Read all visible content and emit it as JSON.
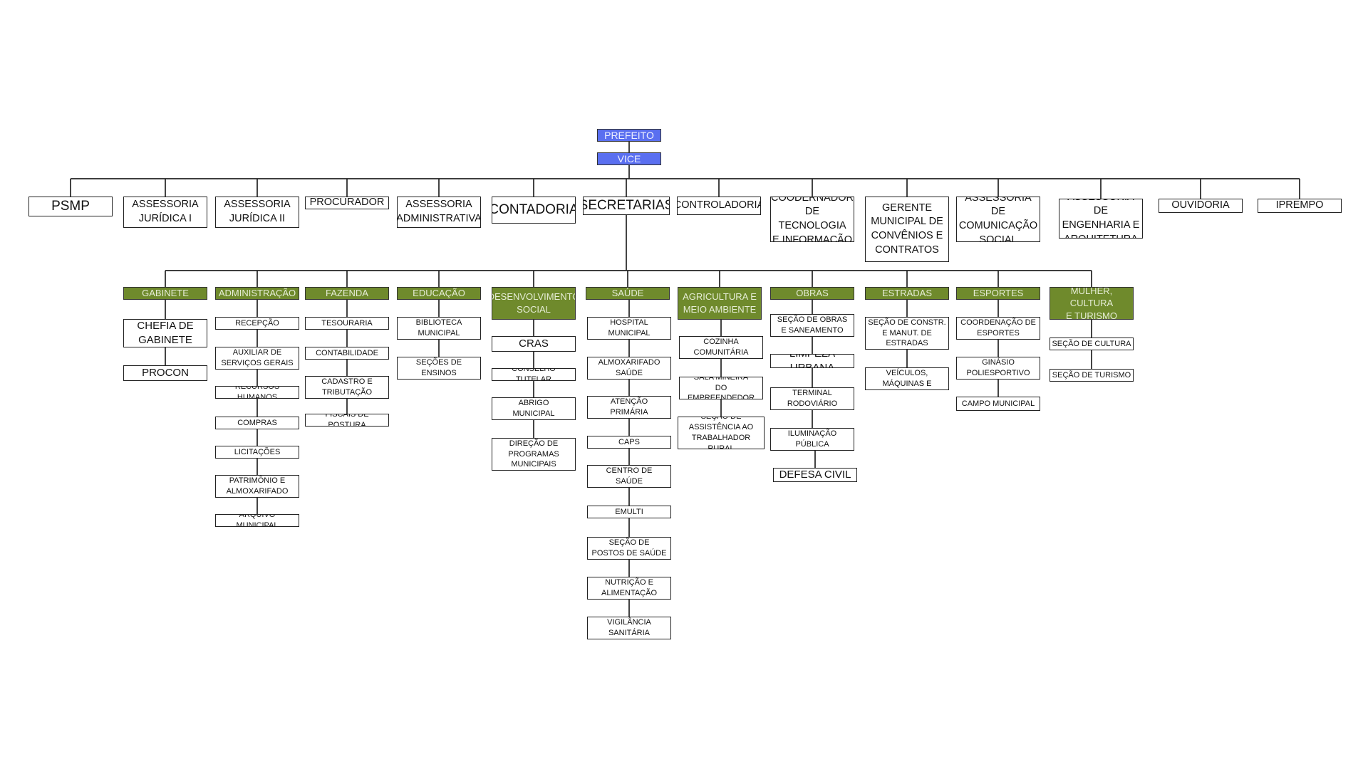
{
  "top": {
    "prefeito": "PREFEITO",
    "vice": "VICE"
  },
  "level1": [
    "PSMP",
    "ASSESSORIA\nJURÍDICA I",
    "ASSESSORIA\nJURÍDICA II",
    "PROCURADOR",
    "ASSESSORIA\nADMINISTRATIVA",
    "CONTADORIA",
    "SECRETARIAS",
    "CONTROLADORIA",
    "COODERNADOR\nDE TECNOLOGIA\nE INFORMAÇÃO",
    "GERENTE\nMUNICIPAL DE\nCONVÊNIOS E\nCONTRATOS",
    "ASSESSORIA DE\nCOMUNICAÇÃO\nSOCIAL",
    "ASSESSORIA DE\nENGENHARIA E\nARQUITETURA",
    "OUVIDORIA",
    "IPREMPO"
  ],
  "secretarias": [
    {
      "name": "GABINETE",
      "children": [
        "CHEFIA DE\nGABINETE",
        "PROCON"
      ]
    },
    {
      "name": "ADMINISTRAÇÃO",
      "children": [
        "RECEPÇÃO",
        "AUXILIAR DE\nSERVIÇOS GERAIS",
        "RECURSOS HUMANOS",
        "COMPRAS",
        "LICITAÇÕES",
        "PATRIMÔNIO E\nALMOXARIFADO",
        "ARQUIVO MUNICIPAL"
      ]
    },
    {
      "name": "FAZENDA",
      "children": [
        "TESOURARIA",
        "CONTABILIDADE",
        "CADASTRO E\nTRIBUTAÇÃO",
        "FISCAIS DE POSTURA"
      ]
    },
    {
      "name": "EDUCAÇÃO",
      "children": [
        "BIBLIOTECA\nMUNICIPAL",
        "SEÇÕES DE\nENSINOS"
      ]
    },
    {
      "name": "DESENVOLVIMENTO\nSOCIAL",
      "children": [
        "CRAS",
        "CONSELHO TUTELAR",
        "ABRIGO\nMUNICIPAL",
        "DIREÇÃO DE\nPROGRAMAS\nMUNICIPAIS"
      ]
    },
    {
      "name": "SAÚDE",
      "children": [
        "HOSPITAL\nMUNICIPAL",
        "ALMOXARIFADO\nSAÚDE",
        "ATENÇÃO\nPRIMÁRIA",
        "CAPS",
        "CENTRO DE\nSAÚDE",
        "EMULTI",
        "SEÇÃO DE\nPOSTOS DE SAÚDE",
        "NUTRIÇÃO E\nALIMENTAÇÃO",
        "VIGILÂNCIA\nSANITÁRIA"
      ]
    },
    {
      "name": "AGRICULTURA E\nMEIO AMBIENTE",
      "children": [
        "COZINHA\nCOMUNITÁRIA",
        "SALA MINEIRA\nDO EMPREENDEDOR",
        "SEÇÃO DE\nASSISTÊNCIA AO\nTRABALHADOR RURAL"
      ]
    },
    {
      "name": "OBRAS",
      "children": [
        "SEÇÃO DE OBRAS\nE SANEAMENTO",
        "LIMPEZA URBANA",
        "TERMINAL\nRODOVIÁRIO",
        "ILUMINAÇÃO\nPÚBLICA",
        "DEFESA CIVIL"
      ]
    },
    {
      "name": "ESTRADAS",
      "children": [
        "SEÇÃO DE CONSTR.\nE MANUT. DE\nESTRADAS",
        "SEÇÃO DE VEÍCULOS,\nMÁQUINAS E MANUT."
      ]
    },
    {
      "name": "ESPORTES",
      "children": [
        "COORDENAÇÃO DE\nESPORTES",
        "GINÁSIO\nPOLIESPORTIVO",
        "CAMPO MUNICIPAL"
      ]
    },
    {
      "name": "MULHER, CULTURA\nE TURISMO",
      "children": [
        "SEÇÃO DE CULTURA",
        "SEÇÃO DE TURISMO"
      ]
    }
  ]
}
